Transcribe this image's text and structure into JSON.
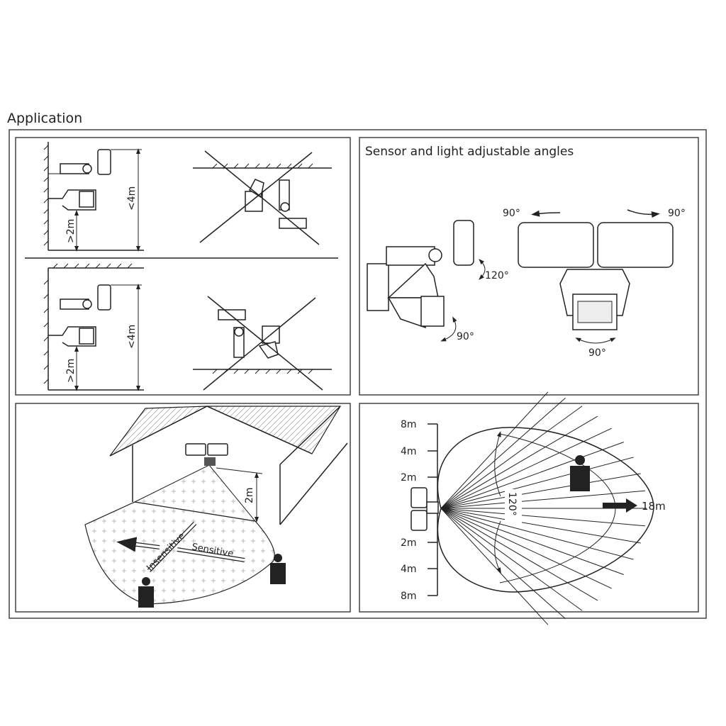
{
  "title": "Application",
  "panels": {
    "mounting": {
      "height_max": "<4m",
      "height_min": ">2m",
      "height_max_2": "<4m",
      "height_min_2": ">2m"
    },
    "angles": {
      "heading": "Sensor and light adjustable angles",
      "tilt_sensor_head": "120°",
      "tilt_sensor": "90°",
      "rotate_left": "90°",
      "rotate_right": "90°",
      "rotate_sensor": "90°"
    },
    "house": {
      "height": "2m",
      "insensitive": "Insensitive",
      "sensitive": "Sensitive"
    },
    "range": {
      "scale_labels": [
        "8m",
        "4m",
        "2m",
        "2m",
        "4m",
        "8m"
      ],
      "angle": "120°",
      "distance": "18m"
    }
  }
}
